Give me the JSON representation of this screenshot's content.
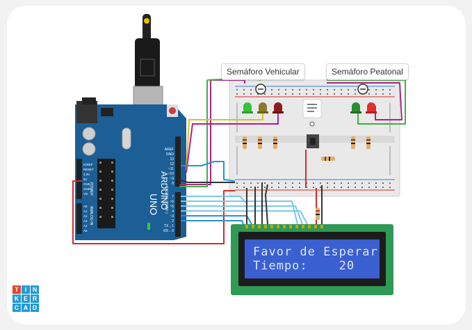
{
  "labels": {
    "vehicular": "Semáforo Vehicular",
    "peatonal": "Semáforo Peatonal"
  },
  "lcd": {
    "line1": "Favor de Esperar",
    "line2": "Tiempo:    20"
  },
  "arduino": {
    "brand": "ARDUINO",
    "model": "UNO",
    "digital_label": "DIGITAL (PWM~)",
    "power_label": "POWER",
    "analog_label": "ANALOG IN",
    "pins_top": [
      "AREF",
      "GND",
      "13",
      "12",
      "~11",
      "~10",
      "~9",
      "8"
    ],
    "pins_bottom": [
      "7",
      "~6",
      "~5",
      "4",
      "~3",
      "2",
      "TX→1",
      "RX←0"
    ],
    "power_pins": [
      "IOREF",
      "RESET",
      "3.3V",
      "5V",
      "GND",
      "GND",
      "Vin"
    ],
    "analog_pins": [
      "A0",
      "A1",
      "A2",
      "A3",
      "A4",
      "A5"
    ]
  },
  "logo": [
    "T",
    "I",
    "N",
    "K",
    "E",
    "R",
    "C",
    "A",
    "D"
  ],
  "colors": {
    "board": "#1b5f96",
    "lcd_screen": "#3a5fd0",
    "lcd_pcb": "#2f9a55",
    "wire_red": "#d62a2a",
    "wire_black": "#333333",
    "wire_green": "#3cb043",
    "wire_purple": "#b0218a",
    "wire_yellow": "#d9c21f",
    "wire_blue": "#2a8fd6",
    "wire_lightblue": "#7cc8e8",
    "logo_bg": "#1f9ad6"
  }
}
